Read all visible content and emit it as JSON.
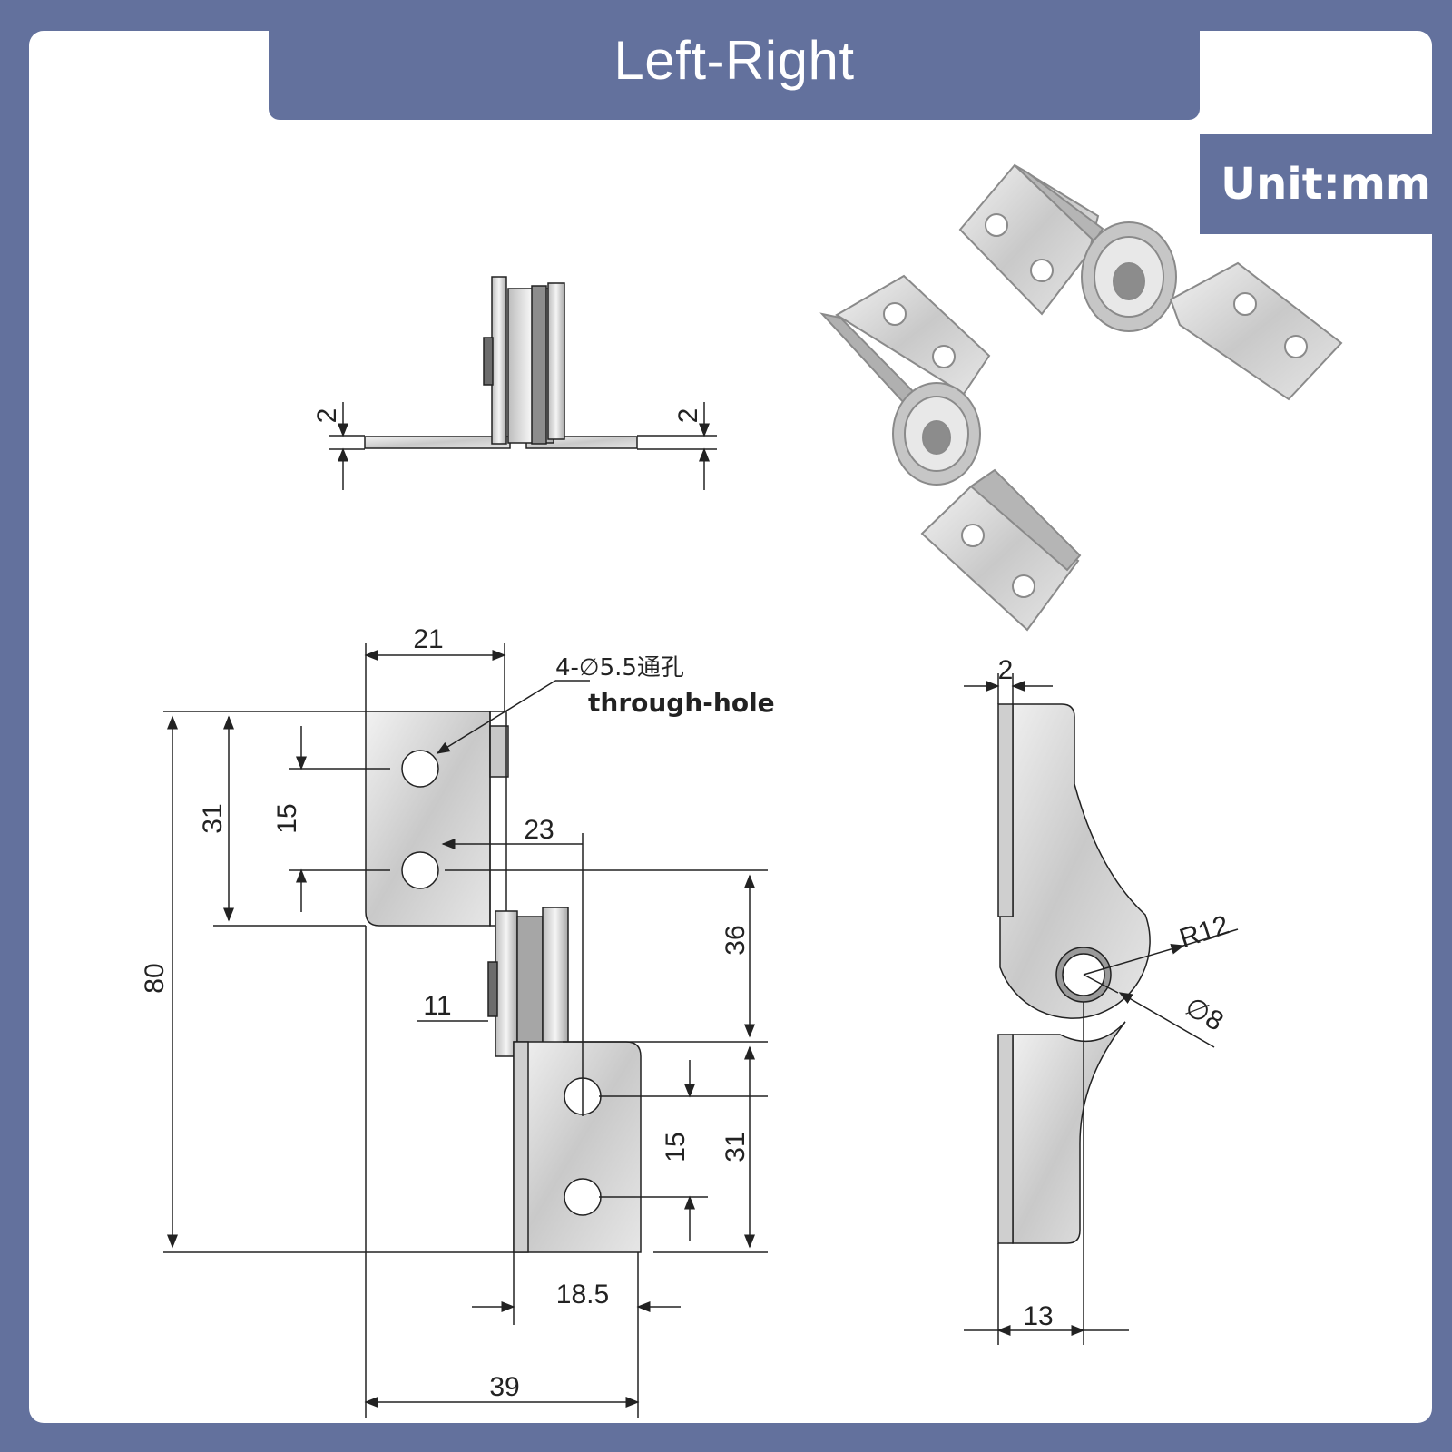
{
  "header": {
    "title": "Left-Right"
  },
  "unit_badge": {
    "text": "Unit:mm"
  },
  "side_view": {
    "thickness_left": "2",
    "thickness_right": "2"
  },
  "front_view": {
    "width_top": "21",
    "hole_note": "4-∅5.5通孔",
    "hole_note_en": "through-hole",
    "height_total": "80",
    "leaf_height_top": "31",
    "hole_pitch_top": "15",
    "offset_23": "23",
    "offset_36": "36",
    "knuckle_11": "11",
    "hole_pitch_bottom": "15",
    "leaf_height_bottom": "31",
    "width_bottom": "18.5",
    "overall_width": "39"
  },
  "profile_view": {
    "thickness": "2",
    "radius": "R12",
    "pin_dia": "∅8",
    "width": "13"
  },
  "colors": {
    "frame": "#63719d",
    "metal": "#d4d4d4",
    "metal_dark": "#9a9a9a",
    "line": "#222222"
  }
}
